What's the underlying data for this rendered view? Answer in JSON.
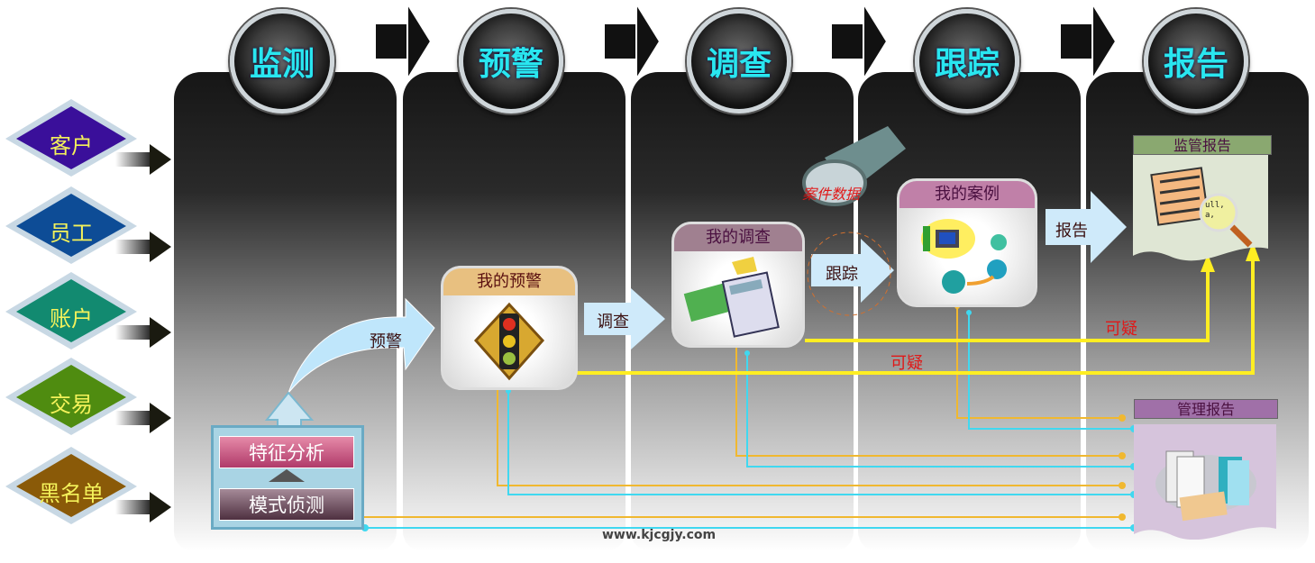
{
  "stages": [
    "监测",
    "预警",
    "调查",
    "跟踪",
    "报告"
  ],
  "sources": [
    {
      "label": "客户",
      "icon": "house-icon",
      "color": "#3a0f9a"
    },
    {
      "label": "员工",
      "icon": "globe-icon",
      "color": "#0d4c96"
    },
    {
      "label": "账户",
      "icon": "pencil-icon",
      "color": "#128a70"
    },
    {
      "label": "交易",
      "icon": "device-icon",
      "color": "#4f8c10"
    },
    {
      "label": "黑名单",
      "icon": "network-icon",
      "color": "#8a5a08"
    }
  ],
  "monitor": {
    "feature": "特征分析",
    "pattern": "模式侦测"
  },
  "flow_labels": {
    "alert": "预警",
    "investigate": "调查",
    "track": "跟踪",
    "report": "报告"
  },
  "cards": {
    "alert": "我的预警",
    "investigation": "我的调查",
    "case": "我的案例"
  },
  "case_data": "案件数据",
  "suspicious": [
    "可疑",
    "可疑"
  ],
  "reports": {
    "regulatory": "监管报告",
    "management": "管理报告",
    "magnifier_text": "ull,\na,"
  },
  "watermark": "www.kjcgjy.com",
  "colors": {
    "yellow": "#ffee22",
    "orange": "#f0b830",
    "cyan": "#40d8f0",
    "stage_text": "#29e6f0"
  }
}
